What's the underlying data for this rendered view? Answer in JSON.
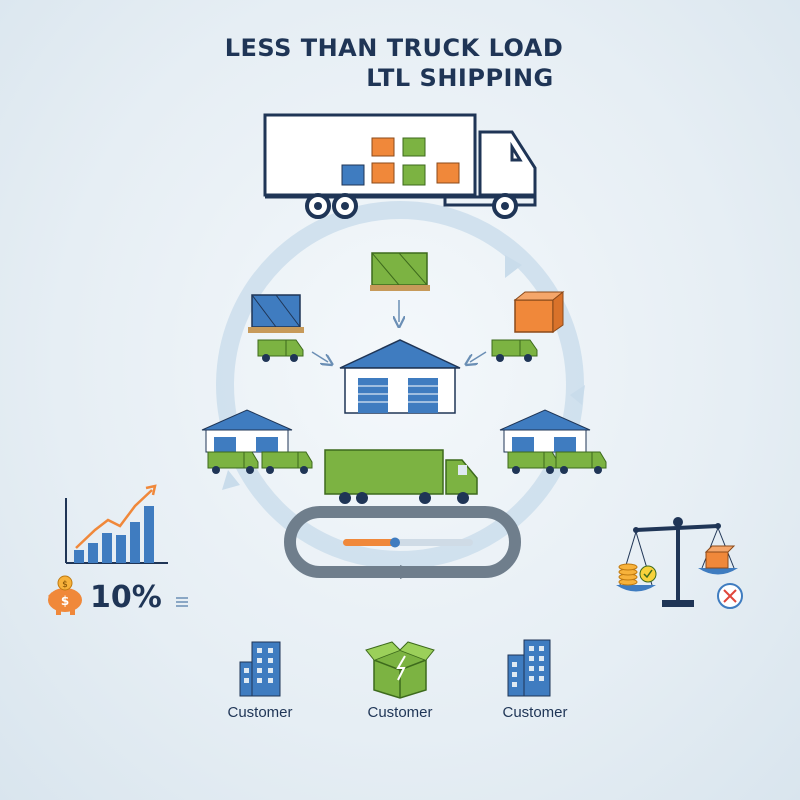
{
  "title": {
    "line1": "LESS THAN TRUCK LOAD",
    "line2": "LTL SHIPPING"
  },
  "savings": {
    "percent": "10%",
    "icon": "piggy-bank-dollar-icon"
  },
  "customers": [
    {
      "label": "Customer",
      "icon": "office-building-icon"
    },
    {
      "label": "Customer",
      "icon": "delivered-box-icon"
    },
    {
      "label": "Customer",
      "icon": "office-building-icon"
    }
  ],
  "progress": 0.4,
  "colors": {
    "navy": "#1f3556",
    "blue": "#3f7cc0",
    "green": "#7cb342",
    "orange": "#f0883a",
    "cycle": "#c9dceb"
  }
}
